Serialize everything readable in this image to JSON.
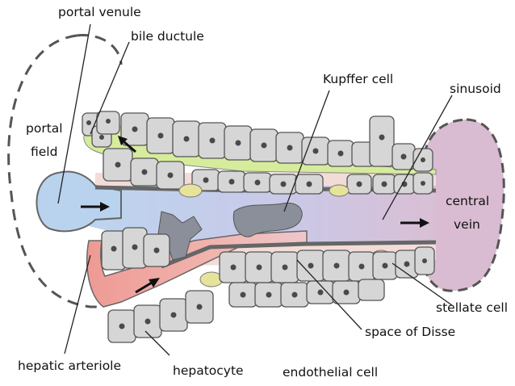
{
  "labels": {
    "portal_venule": "portal venule",
    "bile_ductule": "bile ductule",
    "kupffer_cell": "Kupffer cell",
    "sinusoid": "sinusoid",
    "portal_field_line1": "portal",
    "portal_field_line2": "field",
    "central_vein_line1": "central",
    "central_vein_line2": "vein",
    "stellate_cell": "stellate cell",
    "space_of_disse": "space of Disse",
    "hepatic_arteriole": "hepatic arteriole",
    "hepatocyte": "hepatocyte",
    "endothelial_cell": "endothelial cell"
  },
  "colors": {
    "portal_blood": "#b9d3ef",
    "arterial_blood": "#efa29c",
    "venous_blood": "#d9bfd4",
    "central_vein": "#d9bcd1",
    "bile": "#d6ec9c",
    "hepatocyte": "#d6d6d6",
    "nucleus": "#4a4a4a",
    "kupffer": "#8a8f99",
    "space_of_disse": "#f3dcd8",
    "stellate": "#e6e39a"
  }
}
